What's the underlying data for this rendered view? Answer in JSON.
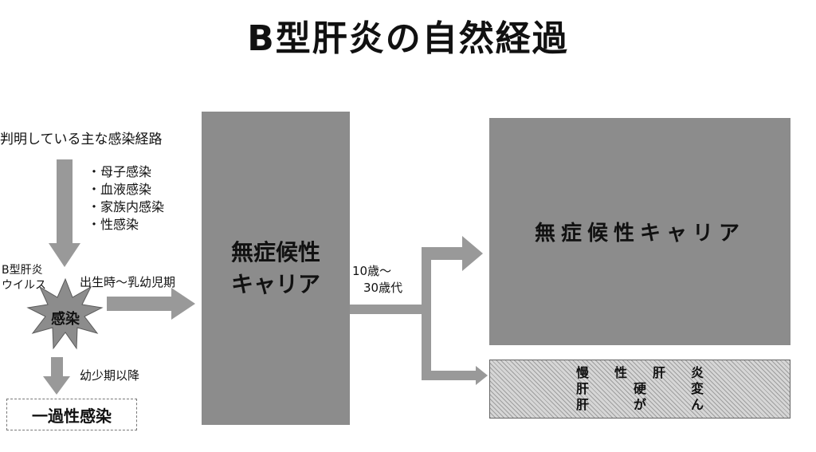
{
  "title": "B型肝炎の自然経過",
  "routes": {
    "heading": "判明している主な感染経路",
    "items": [
      "・母子感染",
      "・血液感染",
      "・家族内感染",
      "・性感染"
    ]
  },
  "virus_label": [
    "B型肝炎",
    "ウイルス"
  ],
  "infection_label": "感染",
  "birth_label": "出生時〜乳幼児期",
  "childhood_label": "幼少期以降",
  "age_label": [
    "10歳〜",
    "30歳代"
  ],
  "carrier_box": [
    "無症候性",
    "キャリア"
  ],
  "carrier_big": "無症候性キャリア",
  "disease_rows": [
    [
      "慢",
      "性",
      "肝",
      "炎"
    ],
    [
      "肝",
      "硬",
      "変"
    ],
    [
      "肝",
      "が",
      "ん"
    ]
  ],
  "temporary_infection": "一過性感染",
  "colors": {
    "box_gray": "#8c8c8c",
    "arrow_gray": "#999999"
  }
}
